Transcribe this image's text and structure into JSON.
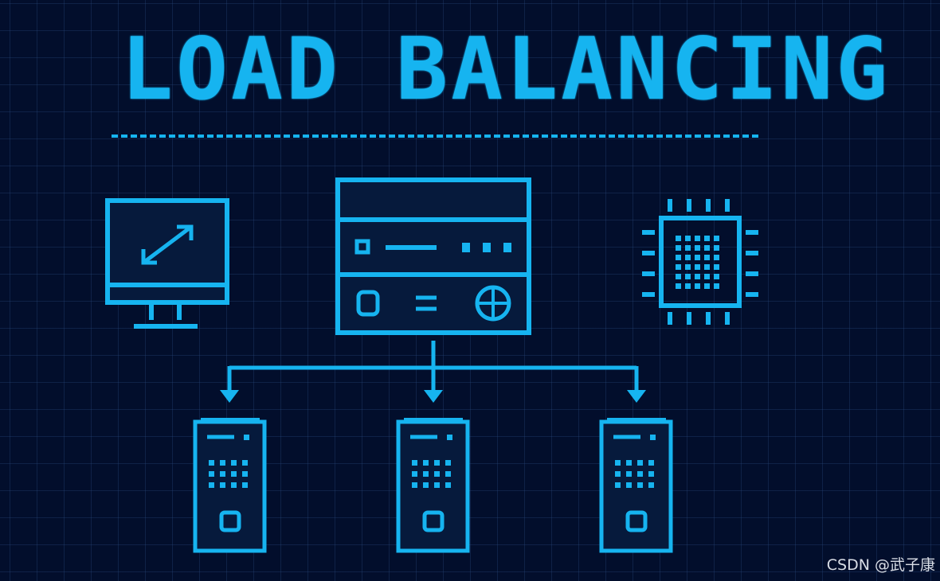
{
  "title": "LOAD BALANCING",
  "watermark": "CSDN @武子康",
  "colors": {
    "background": "#020e2c",
    "grid": "#1c3358",
    "accent": "#16b4f0",
    "panel_fill": "#061a3c"
  },
  "icons": {
    "monitor": "resize-monitor-icon",
    "load_balancer": "load-balancer-icon",
    "chip": "cpu-chip-icon",
    "server": "server-tower-icon"
  },
  "servers": [
    {
      "id": "server-1"
    },
    {
      "id": "server-2"
    },
    {
      "id": "server-3"
    }
  ]
}
